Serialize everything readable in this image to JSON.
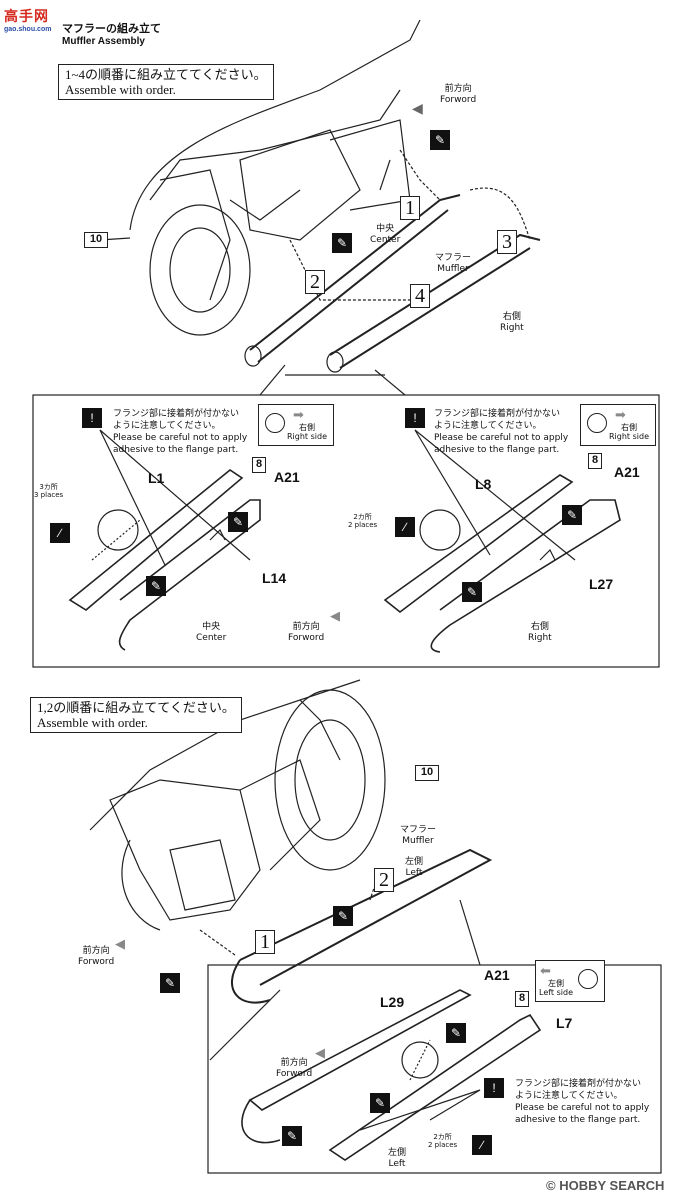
{
  "header": {
    "logo_text": "高手网",
    "site_url": "gao.shou.com",
    "section_title_jp": "マフラーの組み立て",
    "section_title_en": "Muffler Assembly"
  },
  "top": {
    "instruction_jp": "1~4の順番に組み立ててください。",
    "instruction_en": "Assemble with order.",
    "forward_jp": "前方向",
    "forward_en": "Forword",
    "center_jp": "中央",
    "center_en": "Center",
    "muffler_jp": "マフラー",
    "muffler_en": "Muffler",
    "right_jp": "右側",
    "right_en": "Right",
    "ref_part": "10",
    "steps": [
      "1",
      "2",
      "3",
      "4"
    ]
  },
  "middle_left": {
    "caution_jp_1": "フランジ部に接着剤が付かない",
    "caution_jp_2": "ように注意してください。",
    "caution_en_1": "Please be careful not to apply",
    "caution_en_2": "adhesive to the flange part.",
    "side_jp": "右側",
    "side_en": "Right side",
    "part_a": "L1",
    "part_b": "L14",
    "part_c": "A21",
    "part_num": "8",
    "places_jp": "3カ所",
    "places_en": "3 places",
    "center_jp": "中央",
    "center_en": "Center",
    "forward_jp": "前方向",
    "forward_en": "Forword"
  },
  "middle_right": {
    "caution_jp_1": "フランジ部に接着剤が付かない",
    "caution_jp_2": "ように注意してください。",
    "caution_en_1": "Please be careful not to apply",
    "caution_en_2": "adhesive to the flange part.",
    "side_jp": "右側",
    "side_en": "Right side",
    "part_a": "L8",
    "part_b": "L27",
    "part_c": "A21",
    "part_num": "8",
    "places_jp": "2カ所",
    "places_en": "2 places",
    "right_jp": "右側",
    "right_en": "Right"
  },
  "bottom": {
    "instruction_jp": "1,2の順番に組み立ててください。",
    "instruction_en": "Assemble with order.",
    "ref_part": "10",
    "muffler_jp": "マフラー",
    "muffler_en": "Muffler",
    "left_jp": "左側",
    "left_en": "Left",
    "forward_jp": "前方向",
    "forward_en": "Forword",
    "steps": [
      "1",
      "2"
    ]
  },
  "bottom_detail": {
    "part_a": "L29",
    "part_b": "L7",
    "part_c": "A21",
    "part_num": "8",
    "side_jp": "左側",
    "side_en": "Left side",
    "forward_jp": "前方向",
    "forward_en": "Forword",
    "caution_jp_1": "フランジ部に接着剤が付かない",
    "caution_jp_2": "ように注意してください。",
    "caution_en_1": "Please be careful not to apply",
    "caution_en_2": "adhesive to the flange part.",
    "places_jp": "2カ所",
    "places_en": "2 places",
    "left_jp": "左側",
    "left_en": "Left"
  },
  "footer": {
    "watermark": "HOBBY SEARCH",
    "watermark_mark": "©"
  },
  "colors": {
    "ink": "#111111",
    "logo_red": "#d42a1f",
    "logo_blue": "#2a4ea8"
  }
}
